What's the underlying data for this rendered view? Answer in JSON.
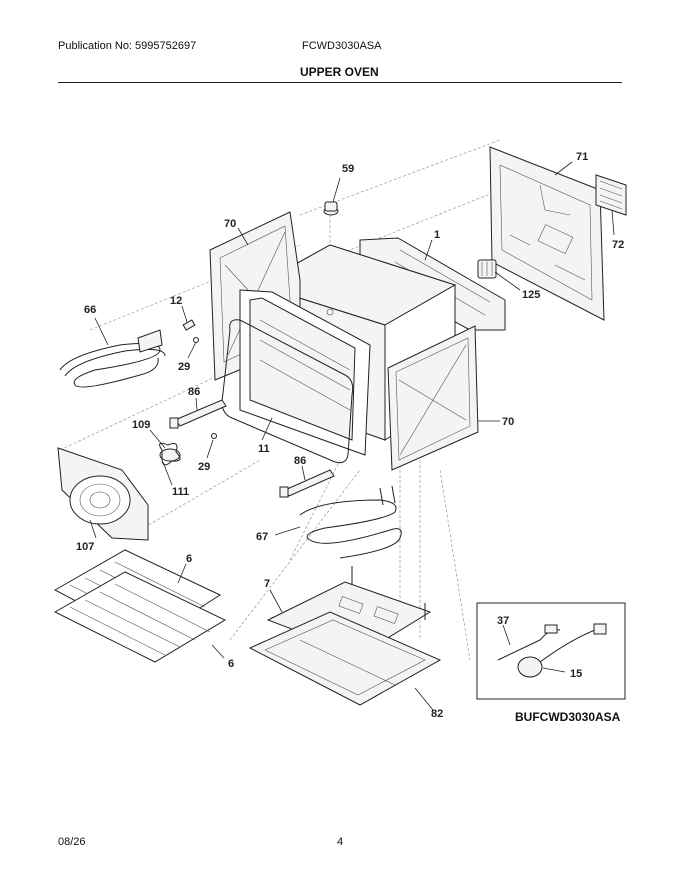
{
  "header": {
    "publication": "Publication No: 5995752697",
    "model": "FCWD3030ASA",
    "title": "UPPER OVEN"
  },
  "footer": {
    "date": "08/26",
    "page": "4"
  },
  "inset": {
    "label": "BUFCWD3030ASA"
  },
  "callouts": {
    "c59": "59",
    "c71": "71",
    "c70a": "70",
    "c1": "1",
    "c72": "72",
    "c125": "125",
    "c66": "66",
    "c12": "12",
    "c29a": "29",
    "c86a": "86",
    "c109": "109",
    "c11": "11",
    "c29b": "29",
    "c70b": "70",
    "c111": "111",
    "c86b": "86",
    "c107": "107",
    "c67": "67",
    "c6a": "6",
    "c7": "7",
    "c6b": "6",
    "c37": "37",
    "c15": "15",
    "c82": "82"
  }
}
